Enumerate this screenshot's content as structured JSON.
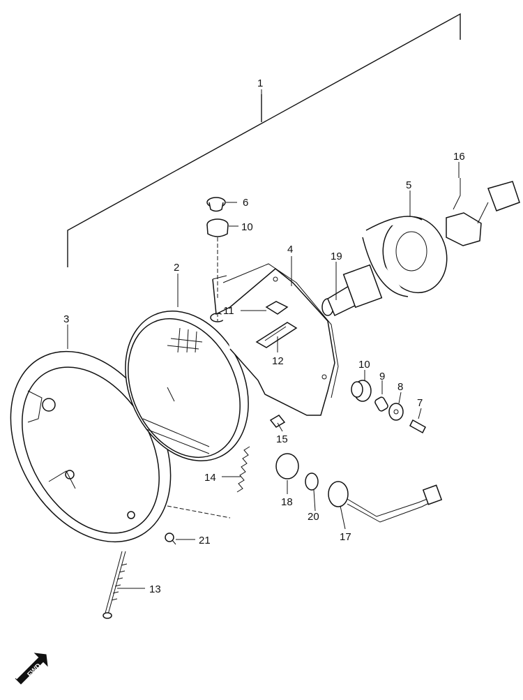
{
  "callouts": {
    "c1": "1",
    "c2": "2",
    "c3": "3",
    "c4": "4",
    "c5": "5",
    "c6": "6",
    "c7": "7",
    "c8": "8",
    "c9": "9",
    "c10a": "10",
    "c10b": "10",
    "c11": "11",
    "c12": "12",
    "c13": "13",
    "c14": "14",
    "c15": "15",
    "c16": "16",
    "c17": "17",
    "c18": "18",
    "c19": "19",
    "c20": "20",
    "c21": "21"
  },
  "direction_badge": {
    "label": "FWD"
  }
}
